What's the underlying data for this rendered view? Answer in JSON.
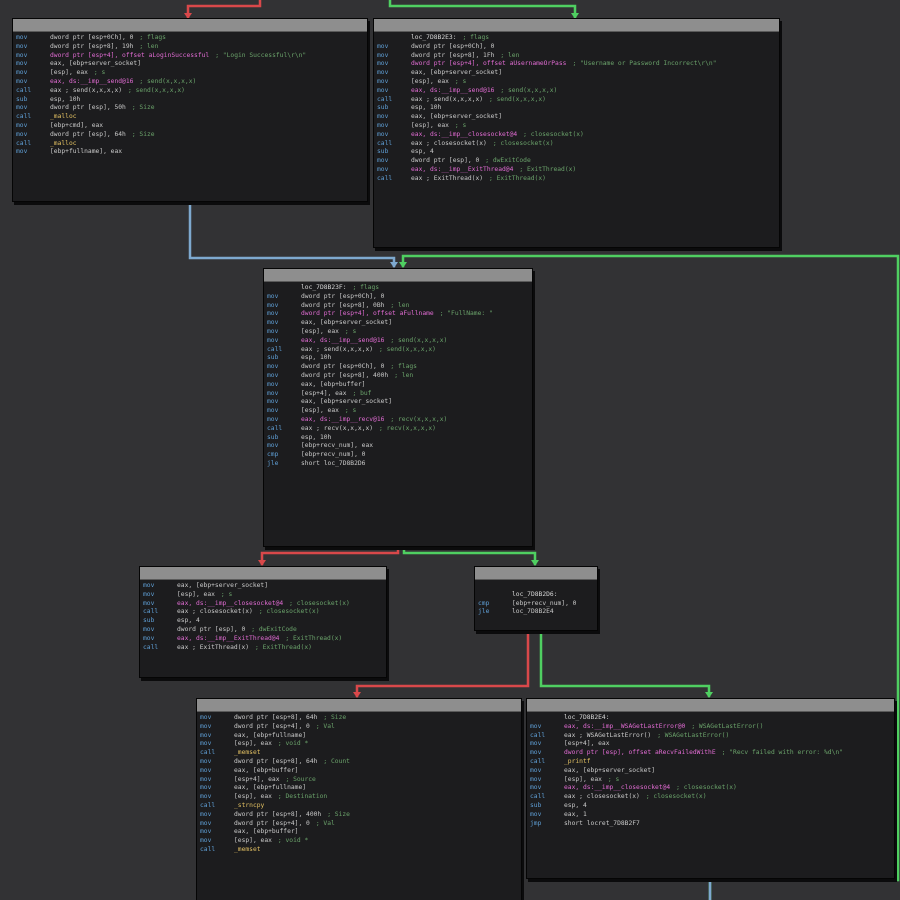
{
  "colors": {
    "background": "#323234",
    "node_bg": "#1c1c1e",
    "node_title": "#8e8e8e",
    "edge_false": "#d9484a",
    "edge_true": "#4fcf61",
    "edge_jump": "#7ea9cf",
    "mnemonic": "#5f9fd6",
    "comment": "#6aa26a"
  },
  "blocks": [
    {
      "id": "login-success",
      "lines": [
        {
          "mn": "mov",
          "op": "dword ptr [esp+0Ch], 0",
          "cm": "; flags"
        },
        {
          "mn": "mov",
          "op": "dword ptr [esp+8], 19h",
          "cm": "; len"
        },
        {
          "mn": "mov",
          "op": "dword ptr [esp+4], offset aLoginSuccessful",
          "cm": "; \"Login Successful\\r\\n\""
        },
        {
          "mn": "mov",
          "op": "eax, [ebp+server_socket]",
          "cm": ""
        },
        {
          "mn": "mov",
          "op": "[esp], eax",
          "cm": "; s"
        },
        {
          "mn": "mov",
          "op": "eax, ds:__imp__send@16",
          "cm": "; send(x,x,x,x)"
        },
        {
          "mn": "call",
          "op": "eax ; send(x,x,x,x)",
          "cm": "; send(x,x,x,x)"
        },
        {
          "mn": "sub",
          "op": "esp, 10h",
          "cm": ""
        },
        {
          "mn": "mov",
          "op": "dword ptr [esp], 50h",
          "cm": "; Size"
        },
        {
          "mn": "call",
          "op": "_malloc",
          "cm": ""
        },
        {
          "mn": "mov",
          "op": "[ebp+cmd], eax",
          "cm": ""
        },
        {
          "mn": "mov",
          "op": "dword ptr [esp], 64h",
          "cm": "; Size"
        },
        {
          "mn": "call",
          "op": "_malloc",
          "cm": ""
        },
        {
          "mn": "mov",
          "op": "[ebp+fullname], eax",
          "cm": ""
        }
      ]
    },
    {
      "id": "login-fail",
      "lines": [
        {
          "mn": "",
          "op": "loc_7D8B2E3:",
          "cm": "; flags"
        },
        {
          "mn": "mov",
          "op": "dword ptr [esp+0Ch], 0",
          "cm": ""
        },
        {
          "mn": "mov",
          "op": "dword ptr [esp+8], 1Fh",
          "cm": "; len"
        },
        {
          "mn": "mov",
          "op": "dword ptr [esp+4], offset aUsernameOrPass",
          "cm": "; \"Username or Password Incorrect\\r\\n\""
        },
        {
          "mn": "mov",
          "op": "eax, [ebp+server_socket]",
          "cm": ""
        },
        {
          "mn": "mov",
          "op": "[esp], eax",
          "cm": "; s"
        },
        {
          "mn": "mov",
          "op": "eax, ds:__imp__send@16",
          "cm": "; send(x,x,x,x)"
        },
        {
          "mn": "call",
          "op": "eax ; send(x,x,x,x)",
          "cm": "; send(x,x,x,x)"
        },
        {
          "mn": "sub",
          "op": "esp, 10h",
          "cm": ""
        },
        {
          "mn": "mov",
          "op": "eax, [ebp+server_socket]",
          "cm": ""
        },
        {
          "mn": "mov",
          "op": "[esp], eax",
          "cm": "; s"
        },
        {
          "mn": "mov",
          "op": "eax, ds:__imp__closesocket@4",
          "cm": "; closesocket(x)"
        },
        {
          "mn": "call",
          "op": "eax ; closesocket(x)",
          "cm": "; closesocket(x)"
        },
        {
          "mn": "sub",
          "op": "esp, 4",
          "cm": ""
        },
        {
          "mn": "mov",
          "op": "dword ptr [esp], 0",
          "cm": "; dwExitCode"
        },
        {
          "mn": "mov",
          "op": "eax, ds:__imp__ExitThread@4",
          "cm": "; ExitThread(x)"
        },
        {
          "mn": "call",
          "op": "eax ; ExitThread(x)",
          "cm": "; ExitThread(x)"
        }
      ]
    },
    {
      "id": "fullname-prompt",
      "lines": [
        {
          "mn": "",
          "op": "loc_7D8B23F:",
          "cm": "; flags"
        },
        {
          "mn": "mov",
          "op": "dword ptr [esp+0Ch], 0",
          "cm": ""
        },
        {
          "mn": "mov",
          "op": "dword ptr [esp+8], 0Bh",
          "cm": "; len"
        },
        {
          "mn": "mov",
          "op": "dword ptr [esp+4], offset aFullname",
          "cm": "; \"FullName: \""
        },
        {
          "mn": "mov",
          "op": "eax, [ebp+server_socket]",
          "cm": ""
        },
        {
          "mn": "mov",
          "op": "[esp], eax",
          "cm": "; s"
        },
        {
          "mn": "mov",
          "op": "eax, ds:__imp__send@16",
          "cm": "; send(x,x,x,x)"
        },
        {
          "mn": "call",
          "op": "eax ; send(x,x,x,x)",
          "cm": "; send(x,x,x,x)"
        },
        {
          "mn": "sub",
          "op": "esp, 10h",
          "cm": ""
        },
        {
          "mn": "mov",
          "op": "dword ptr [esp+0Ch], 0",
          "cm": "; flags"
        },
        {
          "mn": "mov",
          "op": "dword ptr [esp+8], 400h",
          "cm": "; len"
        },
        {
          "mn": "mov",
          "op": "eax, [ebp+buffer]",
          "cm": ""
        },
        {
          "mn": "mov",
          "op": "[esp+4], eax",
          "cm": "; buf"
        },
        {
          "mn": "mov",
          "op": "eax, [ebp+server_socket]",
          "cm": ""
        },
        {
          "mn": "mov",
          "op": "[esp], eax",
          "cm": "; s"
        },
        {
          "mn": "mov",
          "op": "eax, ds:__imp__recv@16",
          "cm": "; recv(x,x,x,x)"
        },
        {
          "mn": "call",
          "op": "eax ; recv(x,x,x,x)",
          "cm": "; recv(x,x,x,x)"
        },
        {
          "mn": "sub",
          "op": "esp, 10h",
          "cm": ""
        },
        {
          "mn": "mov",
          "op": "[ebp+recv_num], eax",
          "cm": ""
        },
        {
          "mn": "cmp",
          "op": "[ebp+recv_num], 0",
          "cm": ""
        },
        {
          "mn": "jle",
          "op": "short loc_7D8B2D6",
          "cm": ""
        }
      ]
    },
    {
      "id": "recv-fail",
      "lines": [
        {
          "mn": "mov",
          "op": "eax, [ebp+server_socket]",
          "cm": ""
        },
        {
          "mn": "mov",
          "op": "[esp], eax",
          "cm": "; s"
        },
        {
          "mn": "mov",
          "op": "eax, ds:__imp__closesocket@4",
          "cm": "; closesocket(x)"
        },
        {
          "mn": "call",
          "op": "eax ; closesocket(x)",
          "cm": "; closesocket(x)"
        },
        {
          "mn": "sub",
          "op": "esp, 4",
          "cm": ""
        },
        {
          "mn": "mov",
          "op": "dword ptr [esp], 0",
          "cm": "; dwExitCode"
        },
        {
          "mn": "mov",
          "op": "eax, ds:__imp__ExitThread@4",
          "cm": "; ExitThread(x)"
        },
        {
          "mn": "call",
          "op": "eax ; ExitThread(x)",
          "cm": "; ExitThread(x)"
        }
      ]
    },
    {
      "id": "recv-check",
      "lines": [
        {
          "mn": "",
          "op": "",
          "cm": ""
        },
        {
          "mn": "",
          "op": "loc_7D8B2D6:",
          "cm": ""
        },
        {
          "mn": "cmp",
          "op": "[ebp+recv_num], 0",
          "cm": ""
        },
        {
          "mn": "jle",
          "op": "loc_7D8B2E4",
          "cm": ""
        }
      ]
    },
    {
      "id": "build-command",
      "lines": [
        {
          "mn": "mov",
          "op": "dword ptr [esp+8], 64h",
          "cm": "; Size"
        },
        {
          "mn": "mov",
          "op": "dword ptr [esp+4], 0",
          "cm": "; Val"
        },
        {
          "mn": "mov",
          "op": "eax, [ebp+fullname]",
          "cm": ""
        },
        {
          "mn": "mov",
          "op": "[esp], eax",
          "cm": "; void *"
        },
        {
          "mn": "call",
          "op": "_memset",
          "cm": ""
        },
        {
          "mn": "mov",
          "op": "dword ptr [esp+8], 64h",
          "cm": "; Count"
        },
        {
          "mn": "mov",
          "op": "eax, [ebp+buffer]",
          "cm": ""
        },
        {
          "mn": "mov",
          "op": "[esp+4], eax",
          "cm": "; Source"
        },
        {
          "mn": "mov",
          "op": "eax, [ebp+fullname]",
          "cm": ""
        },
        {
          "mn": "mov",
          "op": "[esp], eax",
          "cm": "; Destination"
        },
        {
          "mn": "call",
          "op": "_strncpy",
          "cm": ""
        },
        {
          "mn": "mov",
          "op": "dword ptr [esp+8], 400h",
          "cm": "; Size"
        },
        {
          "mn": "mov",
          "op": "dword ptr [esp+4], 0",
          "cm": "; Val"
        },
        {
          "mn": "mov",
          "op": "eax, [ebp+buffer]",
          "cm": ""
        },
        {
          "mn": "mov",
          "op": "[esp], eax",
          "cm": "; void *"
        },
        {
          "mn": "call",
          "op": "_memset",
          "cm": ""
        }
      ]
    },
    {
      "id": "recv-error",
      "lines": [
        {
          "mn": "",
          "op": "loc_7D8B2E4:",
          "cm": ""
        },
        {
          "mn": "mov",
          "op": "eax, ds:__imp__WSAGetLastError@0",
          "cm": "; WSAGetLastError()"
        },
        {
          "mn": "call",
          "op": "eax ; WSAGetLastError()",
          "cm": "; WSAGetLastError()"
        },
        {
          "mn": "mov",
          "op": "[esp+4], eax",
          "cm": ""
        },
        {
          "mn": "mov",
          "op": "dword ptr [esp], offset aRecvFailedWithE",
          "cm": "; \"Recv failed with error: %d\\n\""
        },
        {
          "mn": "call",
          "op": "_printf",
          "cm": ""
        },
        {
          "mn": "mov",
          "op": "eax, [ebp+server_socket]",
          "cm": ""
        },
        {
          "mn": "mov",
          "op": "[esp], eax",
          "cm": "; s"
        },
        {
          "mn": "mov",
          "op": "eax, ds:__imp__closesocket@4",
          "cm": "; closesocket(x)"
        },
        {
          "mn": "call",
          "op": "eax ; closesocket(x)",
          "cm": "; closesocket(x)"
        },
        {
          "mn": "sub",
          "op": "esp, 4",
          "cm": ""
        },
        {
          "mn": "mov",
          "op": "eax, 1",
          "cm": ""
        },
        {
          "mn": "jmp",
          "op": "short locret_7D8B2F7",
          "cm": ""
        }
      ]
    }
  ]
}
